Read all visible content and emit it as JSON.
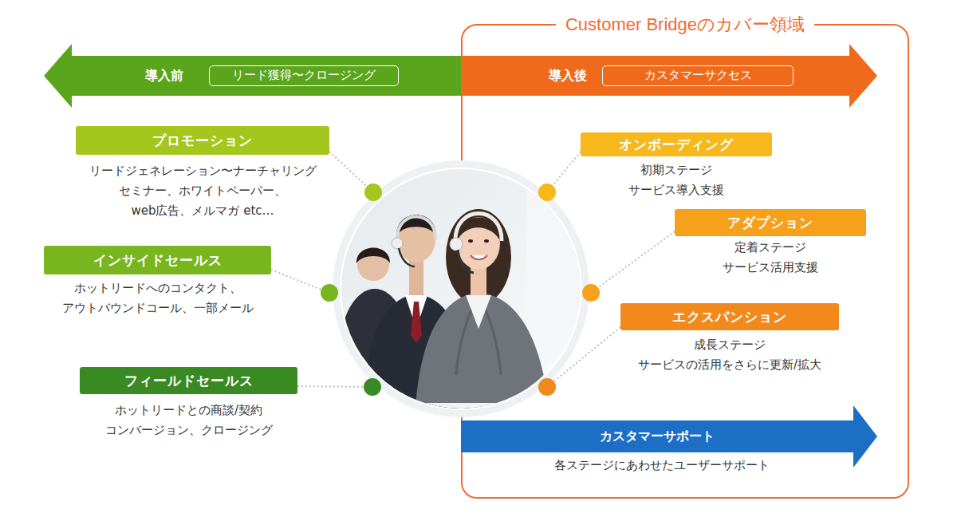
{
  "diagram": {
    "nodes": [
      {
        "text": [
          "Customer Bridgeのカバー領域"
        ]
      },
      {
        "text": [
          "導入前"
        ]
      },
      {
        "text": [
          "リード獲得〜クロージング"
        ],
        "in": 1
      },
      {
        "text": [
          "導入後"
        ],
        "in": 0
      },
      {
        "text": [
          "カスタマーサクセス"
        ],
        "in": 3
      },
      {
        "text": [
          "プロモーション",
          "リードジェネレーション〜ナーチャリング セミナー、ホワイトペーパー、 web広告、メルマガ etc…"
        ]
      },
      {
        "text": [
          "インサイドセールス",
          "ホットリードへのコンタクト、 アウトバウンドコール、一部メール"
        ]
      },
      {
        "text": [
          "フィールドセールス",
          "ホットリードとの商談/契約 コンバージョン、クロージング"
        ]
      },
      {
        "text": [
          "オンボーディング",
          "初期ステージ サービス導入支援"
        ],
        "in": 0
      },
      {
        "text": [
          "アダプション",
          "定着ステージ サービス活用支援"
        ],
        "in": 0
      },
      {
        "text": [
          "エクスパンション",
          "成長ステージ サービスの活用をさらに更新/拡大"
        ],
        "in": 0
      },
      {
        "text": [
          "カスタマーサポート",
          "各ステージにあわせたユーザーサポート"
        ],
        "in": 0
      }
    ]
  }
}
